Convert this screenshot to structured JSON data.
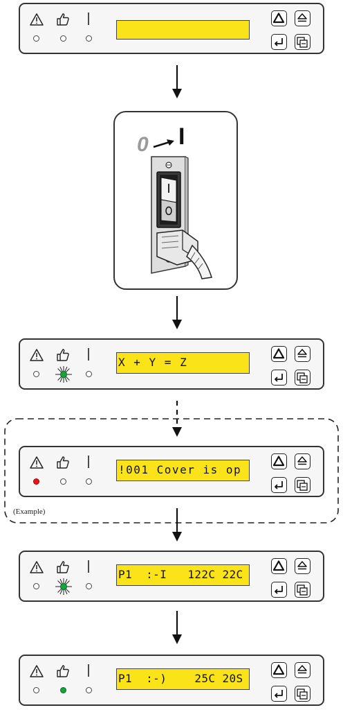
{
  "steps": [
    {
      "name": "off",
      "lcd": "",
      "leds": [
        "off",
        "off",
        "off"
      ]
    },
    {
      "name": "starting",
      "lcd": "X + Y = Z",
      "leds": [
        "off",
        "blinking-green",
        "off"
      ]
    },
    {
      "name": "error-example",
      "lcd": "!001 Cover is op",
      "leds": [
        "red",
        "off",
        "off"
      ]
    },
    {
      "name": "warming",
      "lcd": "P1  :-I   122C 22C",
      "leds": [
        "off",
        "blinking-green",
        "off"
      ]
    },
    {
      "name": "ready",
      "lcd": "P1  :-)    25C 20S",
      "leds": [
        "off",
        "green",
        "off"
      ]
    }
  ],
  "power_switch": {
    "from": "0",
    "to": "I"
  },
  "example_label": "(Example)",
  "colors": {
    "lcd": "#fbe31a",
    "led_red": "#e8151b",
    "led_green": "#14a53f"
  },
  "icons": [
    "warning-icon",
    "thumbs-up-icon",
    "power-line-icon",
    "up-arrow-button-icon",
    "eject-button-icon",
    "enter-button-icon",
    "menu-button-icon"
  ]
}
